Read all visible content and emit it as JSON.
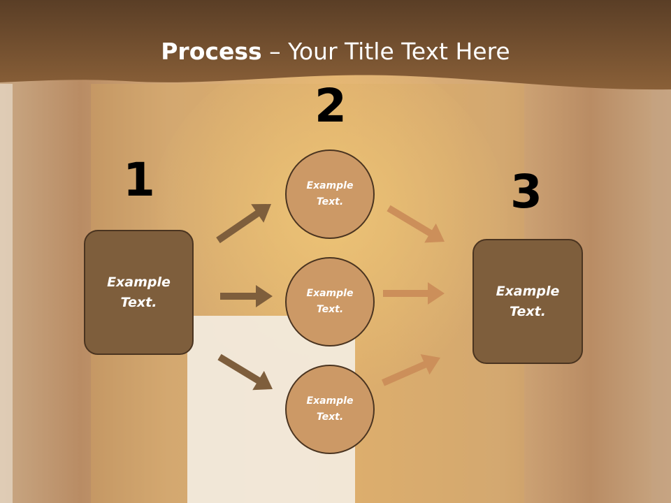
{
  "colors": {
    "banner": "#6b4a2c",
    "left_box": "#7e5e3c",
    "circle": "#cc9966",
    "arrow_left": "#7e5e3c",
    "arrow_right": "#cc8f5a"
  },
  "title": {
    "bold": "Process",
    "rest": " – Your Title Text Here"
  },
  "steps": [
    {
      "number": "1",
      "text": "Example Text."
    },
    {
      "number": "2",
      "items": [
        "Example Text.",
        "Example Text.",
        "Example Text."
      ]
    },
    {
      "number": "3",
      "text": "Example Text."
    }
  ]
}
